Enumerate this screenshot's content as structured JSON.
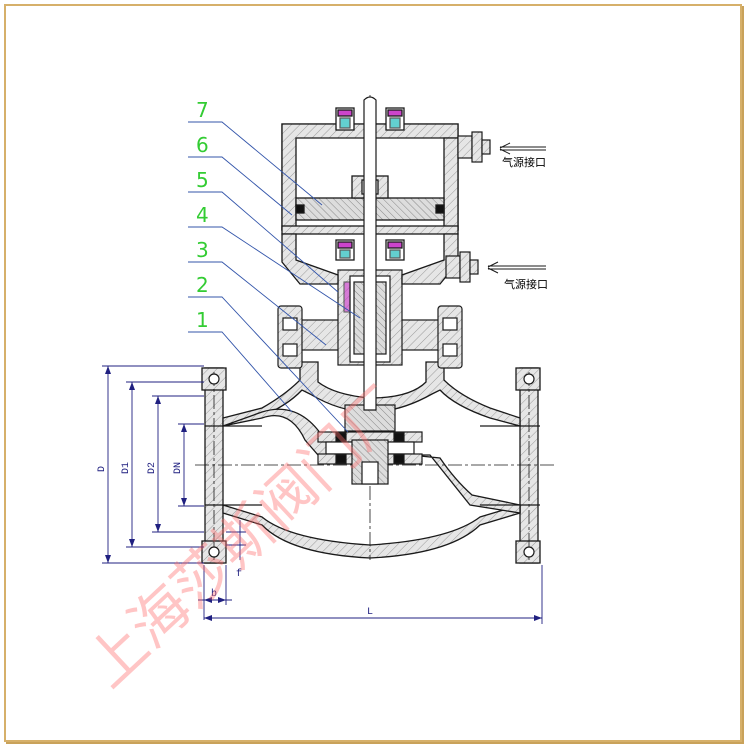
{
  "part_numbers": [
    "1",
    "2",
    "3",
    "4",
    "5",
    "6",
    "7"
  ],
  "dimensions": {
    "D": "D",
    "D1": "D1",
    "D2": "D2",
    "DN": "DN",
    "b": "b",
    "f": "f",
    "L": "L"
  },
  "air_ports": [
    "气源接口",
    "气源接口"
  ],
  "watermark": "上海莎斯阀门厂",
  "colors": {
    "outline": "#1a1a1a",
    "hatch": "#c8c8c8",
    "leader": "#3355aa",
    "numbers": "#33cc33",
    "dimension": "#202080",
    "watermark": "#ff6a6a",
    "frame": "#d6b06a"
  }
}
